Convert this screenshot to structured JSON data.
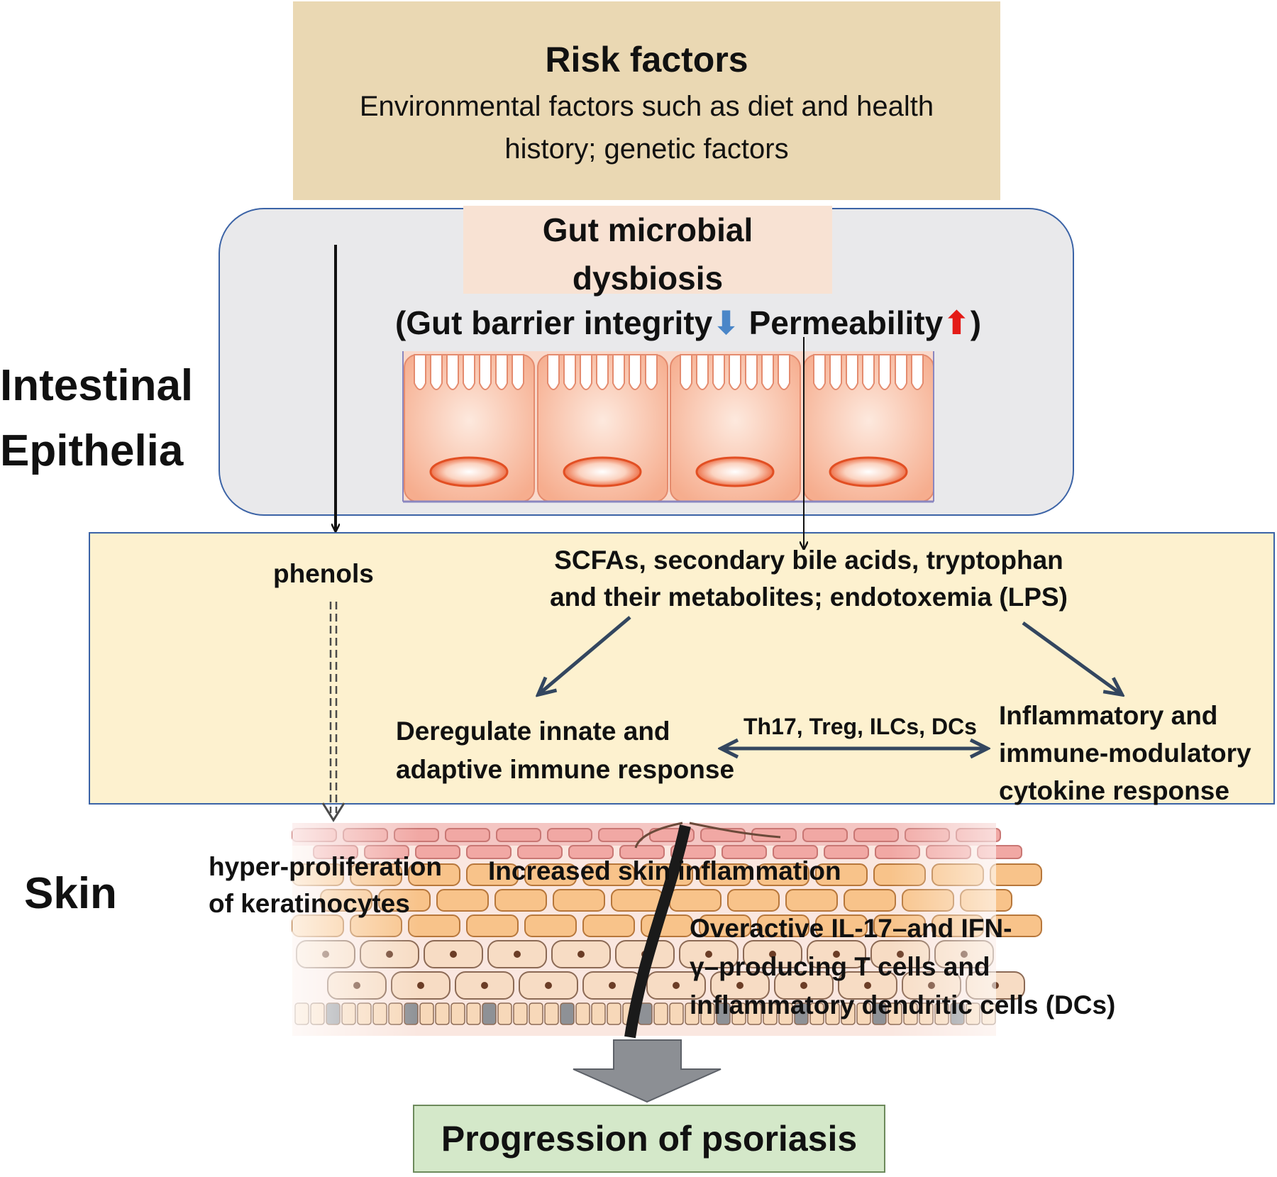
{
  "risk_factors": {
    "title": "Risk factors",
    "text": "Environmental factors such as diet and health history; genetic factors"
  },
  "gut": {
    "dysbiosis_line1": "Gut microbial",
    "dysbiosis_line2": "dysbiosis",
    "barrier_open": "(Gut barrier integrity",
    "barrier_down_arrow": "⬇",
    "permeability": "Permeability",
    "permeability_up_arrow": "⬆",
    "barrier_close": ")"
  },
  "side_labels": {
    "intestinal_line1": "Intestinal",
    "intestinal_line2": "Epithelia",
    "skin": "Skin"
  },
  "metabolites": {
    "phenols": "phenols",
    "scfa_line1": "SCFAs, secondary bile acids, tryptophan",
    "scfa_line2": "and their metabolites; endotoxemia (LPS)",
    "deregulate_line1": "Deregulate innate and",
    "deregulate_line2": "adaptive immune response",
    "cells": "Th17, Treg, ILCs, DCs",
    "cytokine_line1": "Inflammatory and",
    "cytokine_line2": "immune-modulatory",
    "cytokine_line3": "cytokine response"
  },
  "skin": {
    "hyper_line1": "hyper-proliferation",
    "hyper_line2": "of keratinocytes",
    "increased": "Increased skin inflammation",
    "overactive_line1": "Overactive IL-17–and IFN-",
    "overactive_line2": "γ–producing T cells and",
    "overactive_line3": "inflammatory dendritic cells (DCs)"
  },
  "outcome": {
    "progression": "Progression of psoriasis"
  },
  "colors": {
    "risk_bg": "#ead8b3",
    "gut_panel_bg": "#e9e9eb",
    "panel_border": "#3b63a6",
    "dysbiosis_bg": "#f8e2d3",
    "metab_bg": "#fdf1cf",
    "cell_fill": "#f7b79c",
    "nucleus": "#e8532a",
    "outcome_bg": "#d4e8c9",
    "big_arrow": "#8c8f94"
  }
}
